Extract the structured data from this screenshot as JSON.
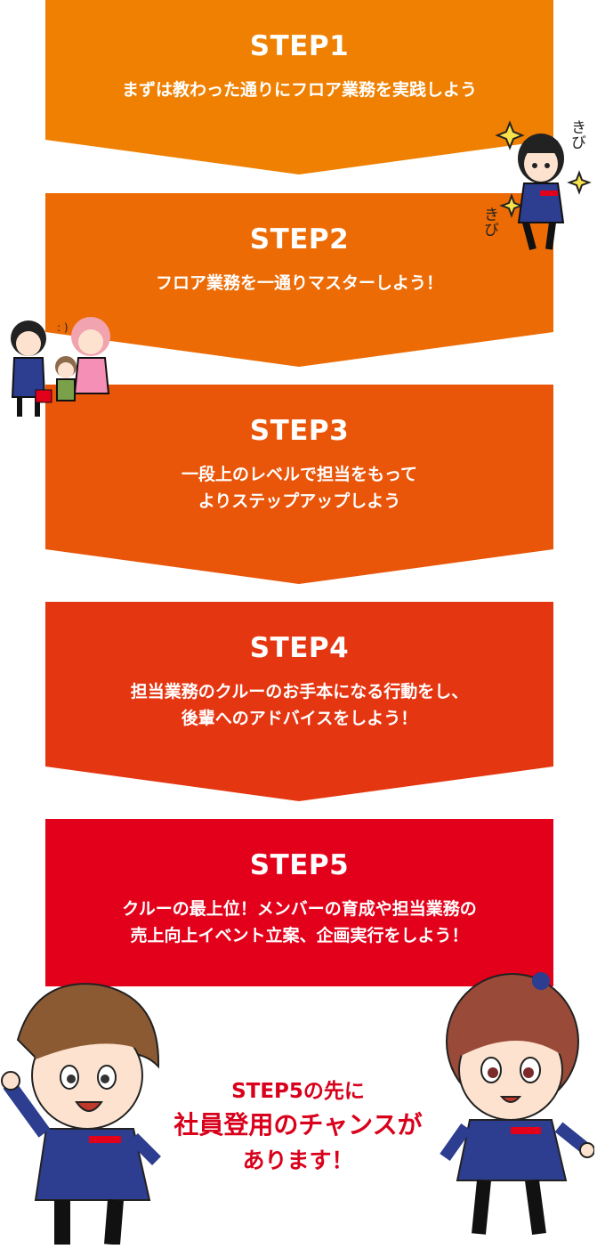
{
  "steps": [
    {
      "title": "STEP1",
      "desc": "まずは教わった通りにフロア業務を実践しよう",
      "color": "#ef8002"
    },
    {
      "title": "STEP2",
      "desc": "フロア業務を一通りマスターしよう！",
      "color": "#ec6b04"
    },
    {
      "title": "STEP3",
      "desc": "一段上のレベルで担当をもって\nよりステップアップしよう",
      "color": "#e95509"
    },
    {
      "title": "STEP4",
      "desc": "担当業務のクルーのお手本になる行動をし、\n後輩へのアドバイスをしよう！",
      "color": "#e53612"
    },
    {
      "title": "STEP5",
      "desc": "クルーの最上位！メンバーの育成や担当業務の\n売上向上イベント立案、企画実行をしよう！",
      "color": "#e3001a"
    }
  ],
  "decor": {
    "kibi_1": "きび",
    "kibi_2": "きび"
  },
  "closing": {
    "line1": "STEP5の先に",
    "line2": "社員登用のチャンスが",
    "line3": "あります！"
  }
}
